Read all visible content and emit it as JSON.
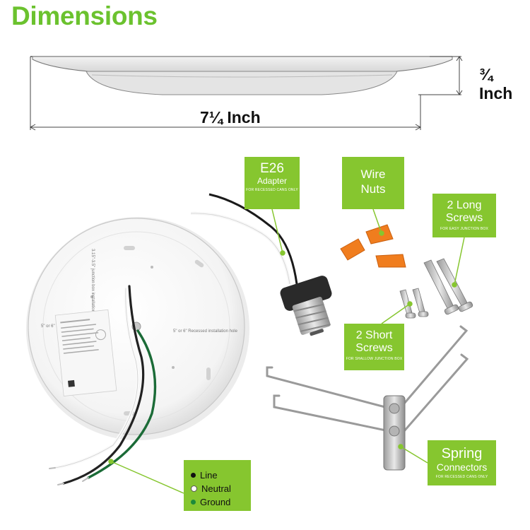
{
  "title": "Dimensions",
  "dimensions": {
    "height_label": "¾ Inch",
    "width_label": "7¼ Inch"
  },
  "callouts": {
    "e26": {
      "line1": "E26",
      "line2": "Adapter",
      "note": "FOR RECESSED CANS ONLY"
    },
    "wire_nuts": {
      "line1": "Wire",
      "line2": "Nuts"
    },
    "long_screws": {
      "line1": "2 Long",
      "line2": "Screws",
      "note": "FOR EASY JUNCTION BOX"
    },
    "short_screws": {
      "line1": "2 Short",
      "line2": "Screws",
      "note": "FOR SHALLOW JUNCTION BOX"
    },
    "spring": {
      "line1": "Spring",
      "line2": "Connectors",
      "note": "FOR RECESSED CANS ONLY"
    }
  },
  "legend": {
    "items": [
      {
        "label": "Line",
        "color": "#111111"
      },
      {
        "label": "Neutral",
        "color": "#ffffff"
      },
      {
        "label": "Ground",
        "color": "#1b8a3a"
      }
    ]
  },
  "plate_text": {
    "hole_left": "5\" or 6\" Recessed installation hole",
    "hole_right": "5\" or 6\" Recessed installation hole",
    "hole_top": "3.15\"-3.5\" junction box installation hole"
  },
  "colors": {
    "accent_green": "#86c62f",
    "title_green": "#6bc22e",
    "nut_orange": "#f07d1e"
  }
}
